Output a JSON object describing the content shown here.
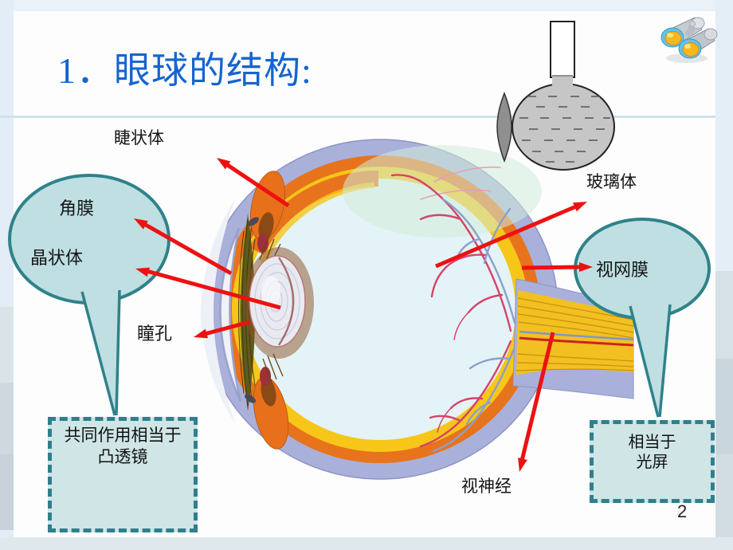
{
  "slide": {
    "title": "1．眼球的结构:",
    "page_number": "2"
  },
  "labels": {
    "ciliary_body": "睫状体",
    "cornea": "角膜",
    "lens": "晶状体",
    "pupil": "瞳孔",
    "vitreous_body": "玻璃体",
    "retina": "视网膜",
    "optic_nerve": "视神经"
  },
  "callout_boxes": {
    "left_note_line1": "共同作用相当于",
    "left_note_line2": "凸透镜",
    "right_note_line1": "相当于",
    "right_note_line2": "光屏"
  },
  "icons": {
    "top_right": "binoculars-icon",
    "analogy_graphic": "flask-and-lens-icon"
  },
  "colors": {
    "title_blue": "#1565cf",
    "arrow_red": "#ee1111",
    "bubble_fill": "#bfdfe2",
    "bubble_stroke": "#2f8289",
    "dash_box_fill": "#cfe5e6",
    "dash_box_border": "#2f7f8c"
  }
}
